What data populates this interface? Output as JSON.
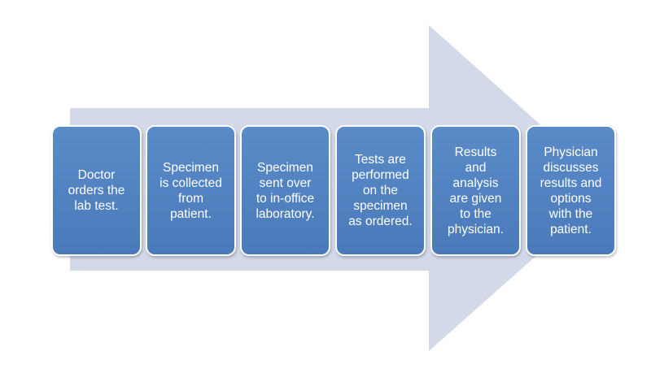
{
  "diagram": {
    "colors": {
      "arrow": "#d3d9e8",
      "box_fill": "#4f81bd",
      "box_border": "#ffffff",
      "text": "#ffffff"
    },
    "steps": [
      {
        "label": "Doctor\norders the\nlab test."
      },
      {
        "label": "Specimen\nis collected\nfrom\npatient."
      },
      {
        "label": "Specimen\nsent over\nto in-office\nlaboratory."
      },
      {
        "label": "Tests are\nperformed\non the\nspecimen\nas ordered."
      },
      {
        "label": "Results\nand\nanalysis\nare given\nto the\nphysician."
      },
      {
        "label": "Physician\ndiscusses\nresults and\noptions\nwith the\npatient."
      }
    ]
  }
}
